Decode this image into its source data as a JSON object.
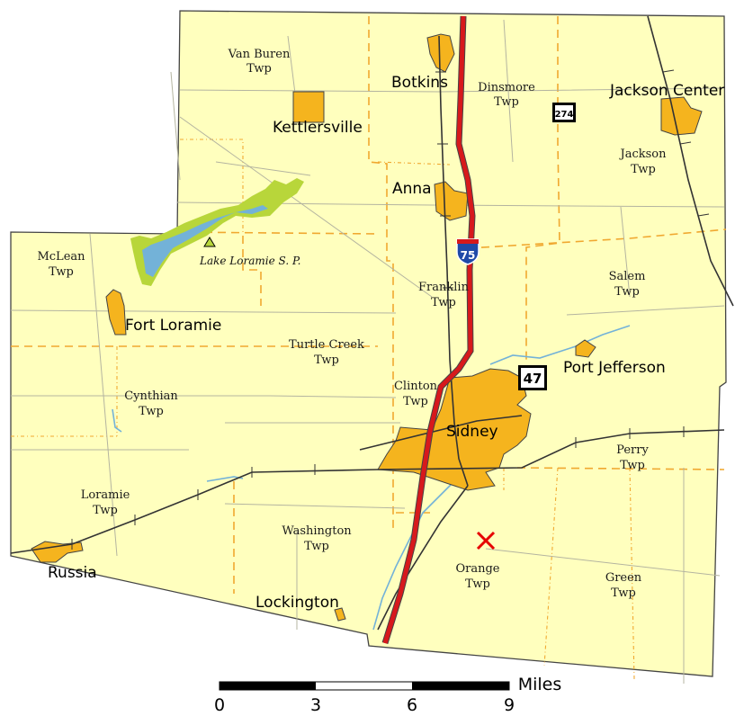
{
  "townships": [
    {
      "line1": "Van Buren",
      "line2": "Twp"
    },
    {
      "line1": "Dinsmore",
      "line2": "Twp"
    },
    {
      "line1": "Jackson",
      "line2": "Twp"
    },
    {
      "line1": "McLean",
      "line2": "Twp"
    },
    {
      "line1": "Franklin",
      "line2": "Twp"
    },
    {
      "line1": "Salem",
      "line2": "Twp"
    },
    {
      "line1": "Turtle Creek",
      "line2": "Twp"
    },
    {
      "line1": "Clinton",
      "line2": "Twp"
    },
    {
      "line1": "Cynthian",
      "line2": "Twp"
    },
    {
      "line1": "Perry",
      "line2": "Twp"
    },
    {
      "line1": "Loramie",
      "line2": "Twp"
    },
    {
      "line1": "Washington",
      "line2": "Twp"
    },
    {
      "line1": "Orange",
      "line2": "Twp"
    },
    {
      "line1": "Green",
      "line2": "Twp"
    }
  ],
  "cities": [
    "Botkins",
    "Jackson Center",
    "Kettlersville",
    "Anna",
    "Fort Loramie",
    "Port Jefferson",
    "Sidney",
    "Russia",
    "Lockington"
  ],
  "park_label": "Lake Loramie S. P.",
  "highways": {
    "interstate": "75",
    "route_274": "274",
    "route_47": "47"
  },
  "scale": {
    "unit": "Miles",
    "ticks": [
      "0",
      "3",
      "6",
      "9"
    ]
  },
  "colors": {
    "land": "#ffffbe",
    "urban": "#f5b41e",
    "interstate": "#d7191c",
    "water": "#73b2d8",
    "park": "#b8d63a",
    "township_boundary": "#f0a830",
    "road": "#b4b4a0",
    "railroad": "#333333",
    "marker": "#e60000"
  },
  "icons": [
    "park-triangle-icon",
    "x-marker-icon",
    "interstate-shield-icon",
    "state-route-shield-icon"
  ]
}
